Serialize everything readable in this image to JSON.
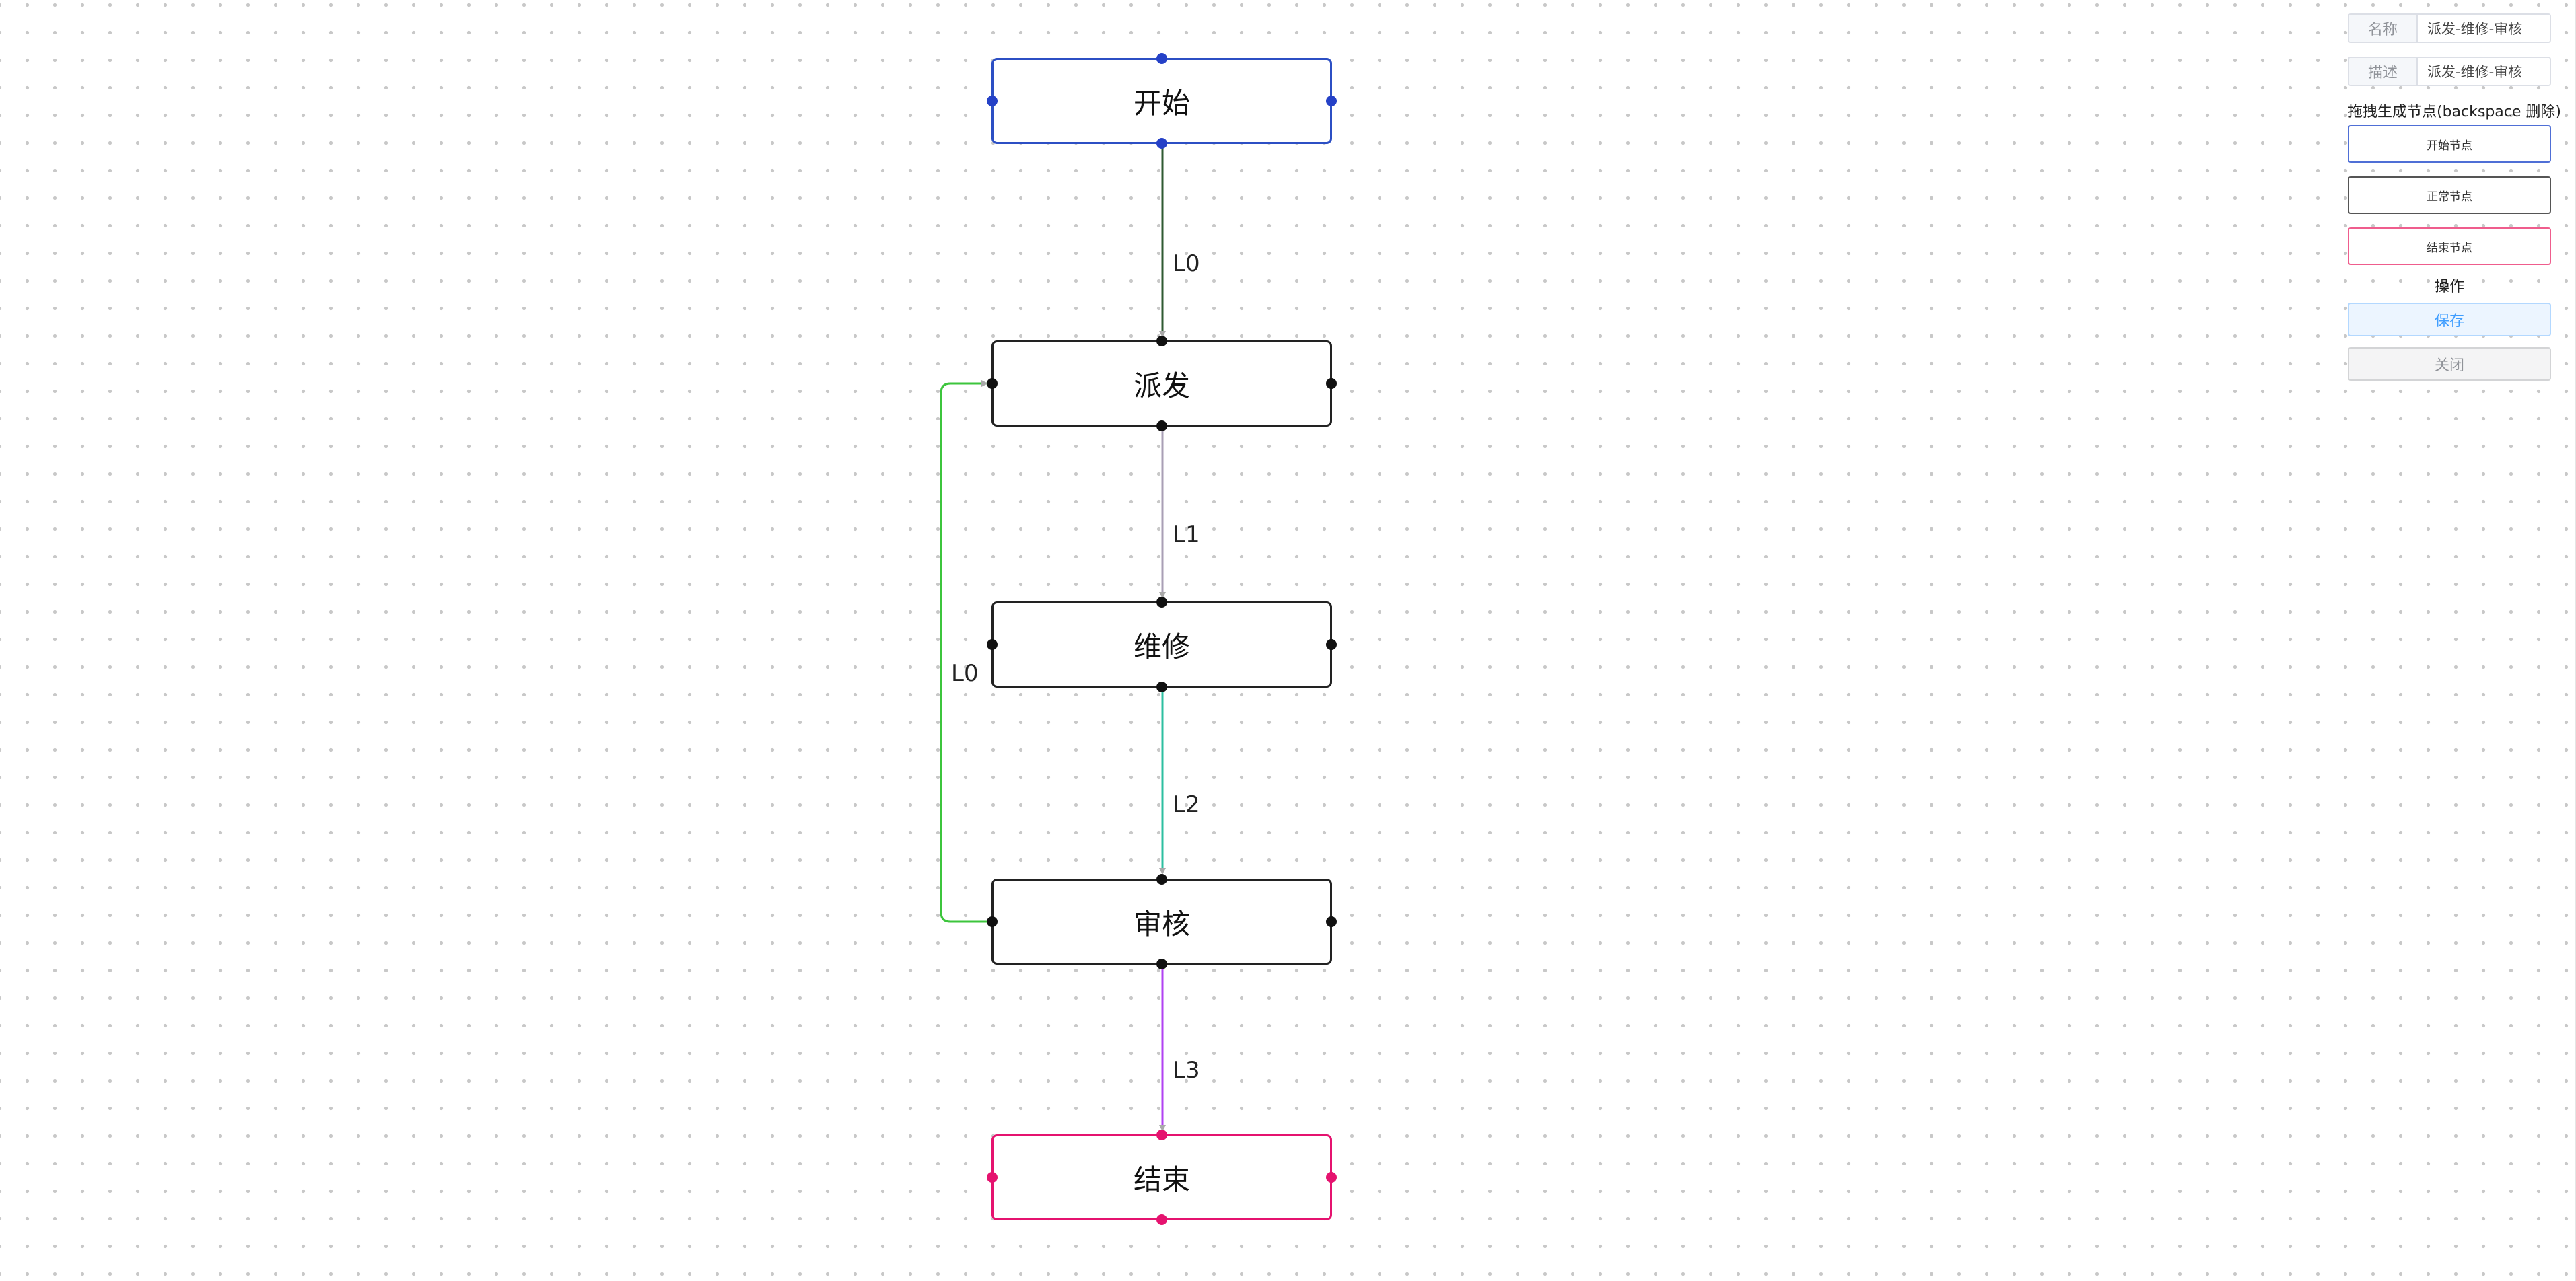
{
  "colors": {
    "start_border": "#2c4fc4",
    "end_border": "#e5136f",
    "normal_border": "#222222",
    "save_blue": "#409eff"
  },
  "nodes": [
    {
      "id": "start",
      "label": "开始",
      "type": "start"
    },
    {
      "id": "dispatch",
      "label": "派发",
      "type": "normal"
    },
    {
      "id": "repair",
      "label": "维修",
      "type": "normal"
    },
    {
      "id": "review",
      "label": "审核",
      "type": "normal"
    },
    {
      "id": "end",
      "label": "结束",
      "type": "end"
    }
  ],
  "edges": [
    {
      "label": "L0",
      "from": "start",
      "to": "dispatch",
      "color": "#2f5a32"
    },
    {
      "label": "L1",
      "from": "dispatch",
      "to": "repair",
      "color": "#a99fb5"
    },
    {
      "label": "L2",
      "from": "repair",
      "to": "review",
      "color": "#2dbfa0"
    },
    {
      "label": "L3",
      "from": "review",
      "to": "end",
      "color": "#b042f2"
    },
    {
      "label": "L0",
      "from": "review",
      "to": "dispatch",
      "color": "#3cc53c"
    }
  ],
  "panel": {
    "name_label": "名称",
    "name_value": "派发-维修-审核",
    "desc_label": "描述",
    "desc_value": "派发-维修-审核",
    "drag_heading": "拖拽生成节点(backspace 删除)",
    "palette": {
      "start": "开始节点",
      "normal": "正常节点",
      "end": "结束节点"
    },
    "ops_heading": "操作",
    "save": "保存",
    "close": "关闭"
  }
}
